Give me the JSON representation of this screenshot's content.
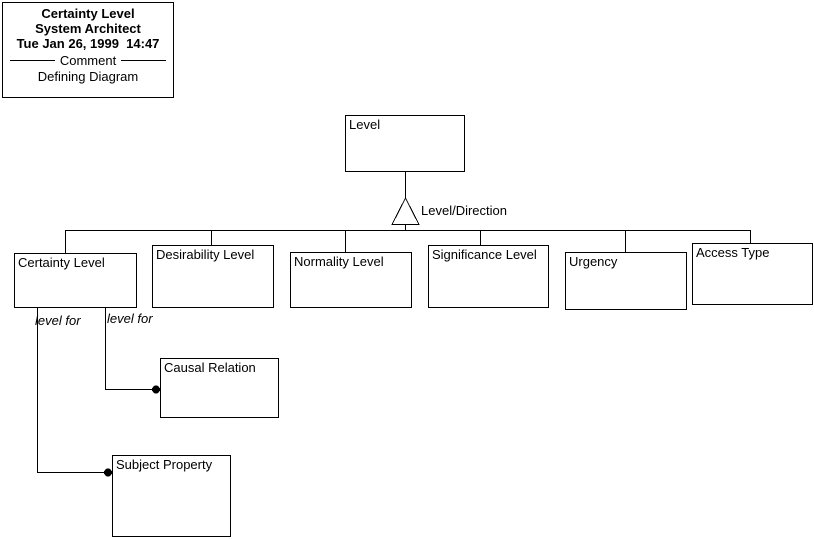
{
  "title_block": {
    "title": "Certainty Level",
    "app": "System Architect",
    "timestamp": "Tue Jan 26, 1999  14:47",
    "divider_label": "Comment",
    "comment": "Defining Diagram"
  },
  "diagram": {
    "root_label": "Level",
    "branch_label": "Level/Direction",
    "subtypes": [
      {
        "label": "Certainty Level"
      },
      {
        "label": "Desirability Level"
      },
      {
        "label": "Normality Level"
      },
      {
        "label": "Significance Level"
      },
      {
        "label": "Urgency"
      },
      {
        "label": "Access Type"
      }
    ],
    "relations": [
      {
        "label": "level for",
        "target": "Causal Relation"
      },
      {
        "label": "level for",
        "target": "Subject Property"
      }
    ]
  }
}
